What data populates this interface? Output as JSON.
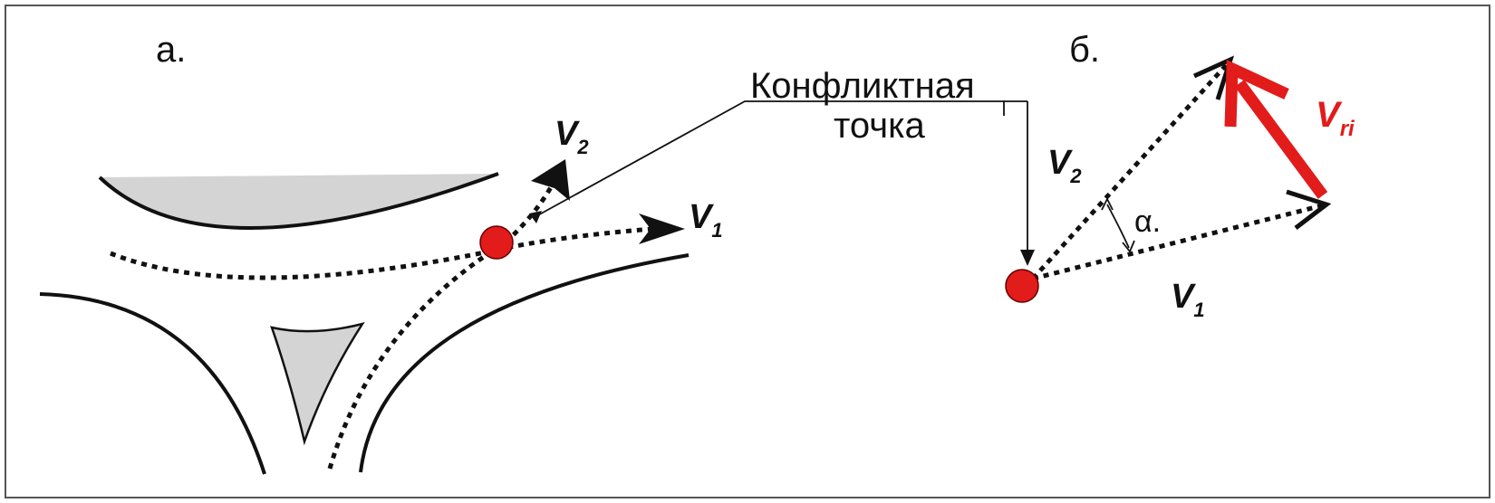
{
  "panels": {
    "a": {
      "label": "а."
    },
    "b": {
      "label": "б."
    }
  },
  "callout": {
    "line1": "Конфликтная",
    "line2": "точка"
  },
  "vectors": {
    "v1": {
      "symbol": "V",
      "subscript": "1"
    },
    "v2": {
      "symbol": "V",
      "subscript": "2"
    },
    "vr": {
      "symbol": "V",
      "subscript": "ri"
    }
  },
  "angle": {
    "label": "α."
  },
  "colors": {
    "conflict_point": "#e21b1b",
    "relative_vector": "#e21b1b",
    "island_fill": "#d4d4d4",
    "ink": "#111111"
  }
}
